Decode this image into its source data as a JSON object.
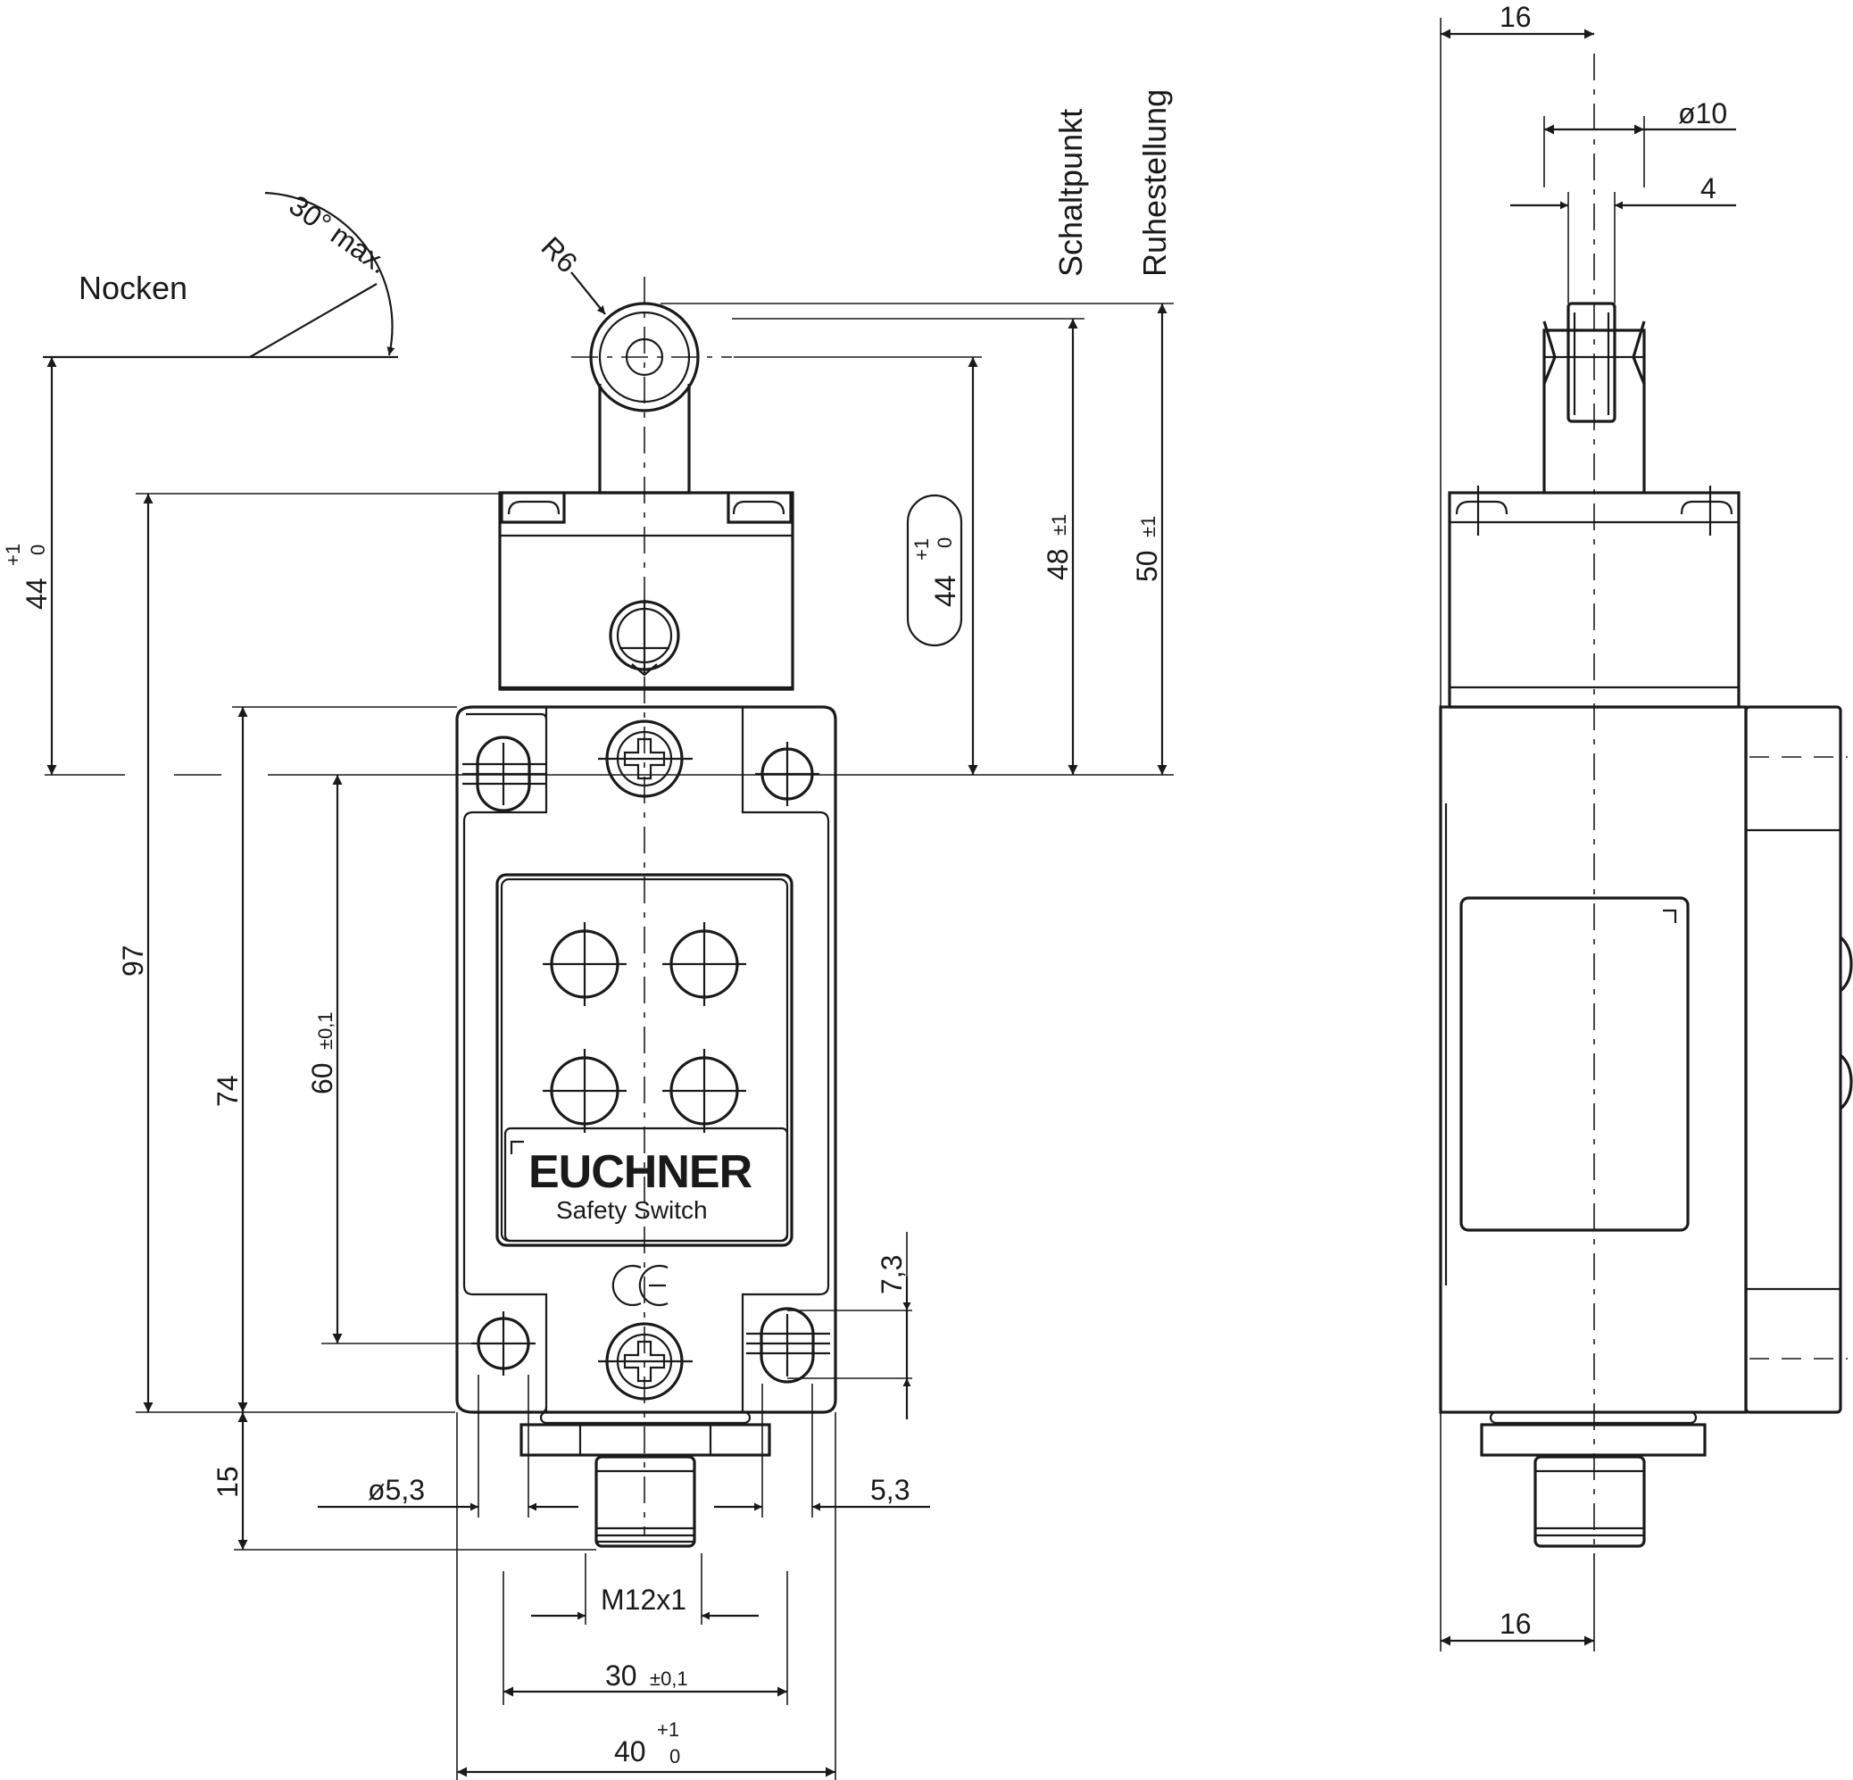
{
  "labels": {
    "cam": "Nocken",
    "angle": "30° max.",
    "switch_point": "Schaltpunkt",
    "rest_position": "Ruhestellung",
    "radius": "R6",
    "thread": "M12x1",
    "brand": "EUCHNER",
    "product": "Safety Switch",
    "ce_mark": "CE"
  },
  "dimensions": {
    "d44_left": "44",
    "d44_mid": "44",
    "d97": "97",
    "d74": "74",
    "d60": "60",
    "d60_tol": "±0,1",
    "d48": "48",
    "d48_tol": "±1",
    "d50": "50",
    "d50_tol": "±1",
    "d15": "15",
    "d7_3": "7,3",
    "d5_3_dia": "ø5,3",
    "d5_3": "5,3",
    "d30": "30",
    "d30_tol": "±0,1",
    "d40": "40",
    "tol_plus1": "+1",
    "tol_zero": "0",
    "side_d16_top": "16",
    "side_d16_bottom": "16",
    "side_d10": "ø10",
    "side_d4": "4"
  }
}
